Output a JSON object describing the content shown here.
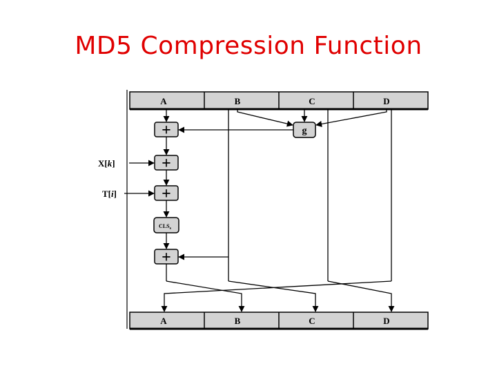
{
  "slide": {
    "title": "MD5 Compression Function"
  },
  "diagram": {
    "top_registers": [
      "A",
      "B",
      "C",
      "D"
    ],
    "bottom_registers": [
      "A",
      "B",
      "C",
      "D"
    ],
    "g_label": "g",
    "adder_symbol": "+",
    "shift_label": "CLS",
    "shift_subscript": "s",
    "x_input": {
      "name": "X",
      "index": "k"
    },
    "t_input": {
      "name": "T",
      "index": "i"
    }
  }
}
